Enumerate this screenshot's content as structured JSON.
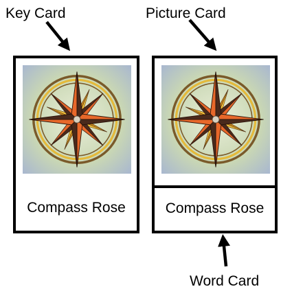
{
  "labels": {
    "key_card": "Key Card",
    "picture_card": "Picture Card",
    "word_card": "Word Card"
  },
  "cards": {
    "key_card_word": "Compass Rose",
    "word_card_word": "Compass Rose"
  },
  "colors": {
    "border": "#000000",
    "star_orange": "#e8682a",
    "star_dark": "#4a2a1c",
    "star_yellow": "#f3c23a",
    "background_wash": "#c9d7b4"
  },
  "icons": [
    "arrow-icon",
    "compass-rose-icon"
  ]
}
